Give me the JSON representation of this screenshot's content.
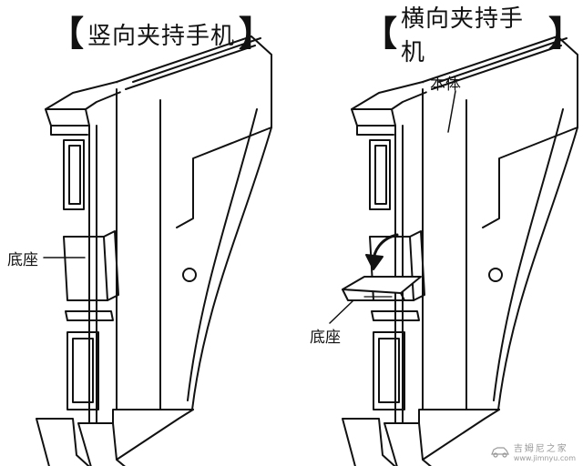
{
  "titles": {
    "left": "竖向夹持手机",
    "right": "横向夹持手机",
    "bracket_open": "【",
    "bracket_close": "】"
  },
  "callouts": {
    "left_base": "底座",
    "right_body": "本体",
    "right_base": "底座"
  },
  "watermark": {
    "name": "吉姆尼之家",
    "url": "www.jimnyu.com"
  },
  "colors": {
    "line": "#111111",
    "background": "#ffffff",
    "watermark": "#9a9a9a"
  },
  "icons": [
    "rotate-down-arrow-icon",
    "car-logo-icon"
  ]
}
